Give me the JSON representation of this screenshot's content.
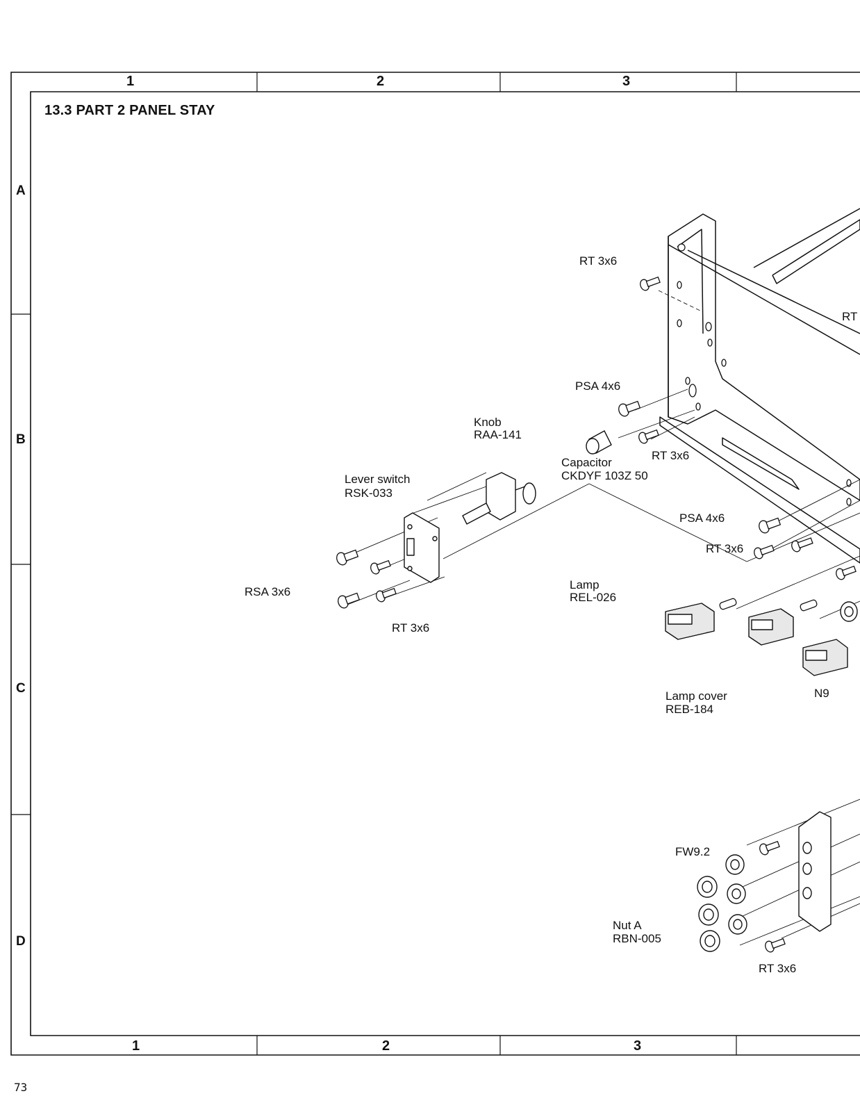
{
  "title": "13.3 PART 2 PANEL STAY",
  "grid": {
    "columns_top": [
      "1",
      "2",
      "3"
    ],
    "columns_bottom": [
      "1",
      "2",
      "3"
    ],
    "rows": [
      "A",
      "B",
      "C",
      "D"
    ]
  },
  "labels": {
    "rt_top": "RT 3x6",
    "rt_right": "RT",
    "psa_1": "PSA 4x6",
    "knob_name": "Knob",
    "knob_code": "RAA-141",
    "rt_mid": "RT 3x6",
    "capacitor_name": "Capacitor",
    "capacitor_code": "CKDYF 103Z 50",
    "lever_name": "Lever switch",
    "lever_code": "RSK-033",
    "psa_2": "PSA 4x6",
    "rt_lamp": "RT 3x6",
    "rsa": "RSA 3x6",
    "lamp_name": "Lamp",
    "lamp_code": "REL-026",
    "rt_lever": "RT 3x6",
    "lamp_cover_name": "Lamp cover",
    "lamp_cover_code": "REB-184",
    "n9": "N9",
    "fw": "FW9.2",
    "nut_name": "Nut A",
    "nut_code": "RBN-005",
    "rt_bottom": "RT 3x6"
  },
  "page_number": "73"
}
